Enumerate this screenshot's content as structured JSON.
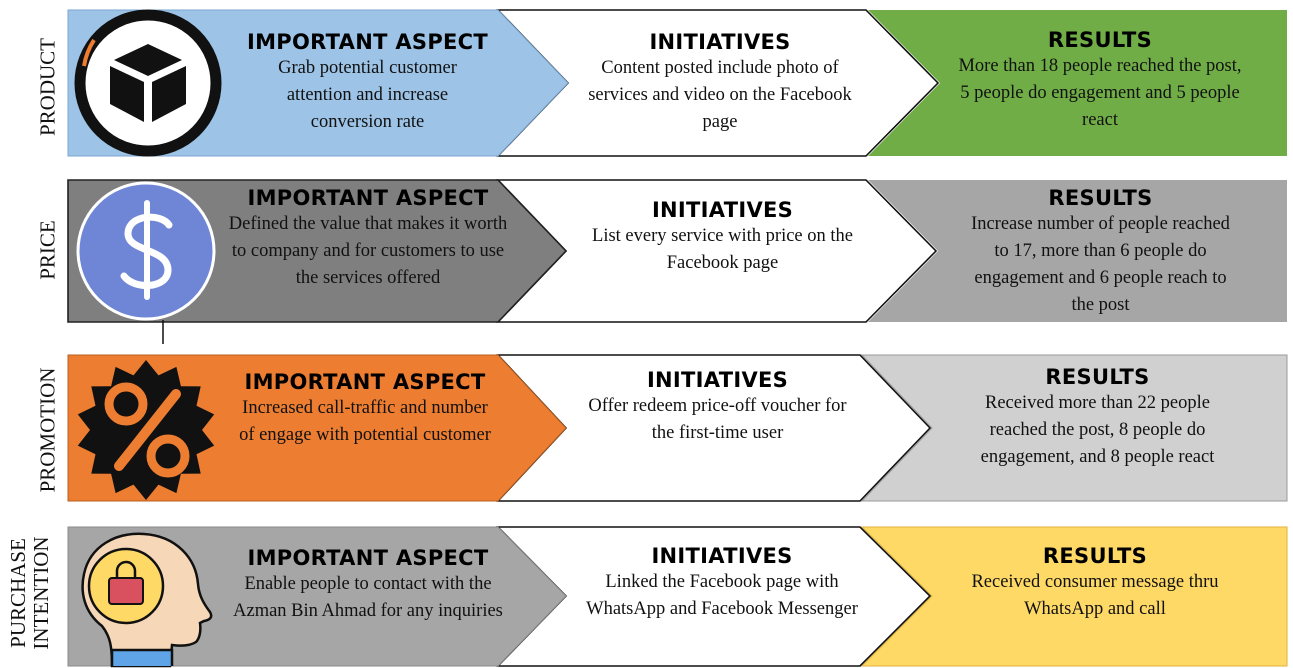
{
  "colors": {
    "product": "#9dc3e6",
    "price": "#7f7f7f",
    "promotion": "#ed7d31",
    "purchase": "#a6a6a6",
    "results_product": "#70ad47",
    "results_price": "#a6a6a6",
    "results_promotion": "#d0d0d0",
    "results_purchase": "#ffd966"
  },
  "rows": [
    {
      "label": "PRODUCT",
      "icon": "product-box-icon",
      "aspect_heading": "IMPORTANT ASPECT",
      "aspect_text": "Grab potential customer attention and increase conversion rate",
      "initiatives_heading": "INITIATIVES",
      "initiatives_text": "Content posted include photo of services and video on the Facebook page",
      "results_heading": "RESULTS",
      "results_text": "More than 18 people reached the post, 5 people do engagement and 5 people react"
    },
    {
      "label": "PRICE",
      "icon": "dollar-coin-icon",
      "aspect_heading": "IMPORTANT ASPECT",
      "aspect_text": "Defined the value that makes it worth to company and for customers to use the services offered",
      "initiatives_heading": "INITIATIVES",
      "initiatives_text": "List every service with price on the Facebook page",
      "results_heading": "RESULTS",
      "results_text": "Increase number of people reached to 17, more than 6 people do engagement and 6 people reach to the post"
    },
    {
      "label": "PROMOTION",
      "icon": "percent-badge-icon",
      "aspect_heading": "IMPORTANT ASPECT",
      "aspect_text": "Increased call-traffic and number of engage with potential customer",
      "initiatives_heading": "INITIATIVES",
      "initiatives_text": "Offer redeem price-off voucher for the first-time user",
      "results_heading": "RESULTS",
      "results_text": "Received more than 22 people reached the post, 8 people do engagement, and 8 people react"
    },
    {
      "label_line1": "PURCHASE",
      "label_line2": "INTENTION",
      "icon": "head-shopping-bag-icon",
      "aspect_heading": "IMPORTANT ASPECT",
      "aspect_text": "Enable people to contact with the Azman Bin Ahmad for any inquiries",
      "initiatives_heading": "INITIATIVES",
      "initiatives_text": "Linked the Facebook page with WhatsApp and Facebook Messenger",
      "results_heading": "RESULTS",
      "results_text": "Received consumer message thru WhatsApp and call"
    }
  ]
}
